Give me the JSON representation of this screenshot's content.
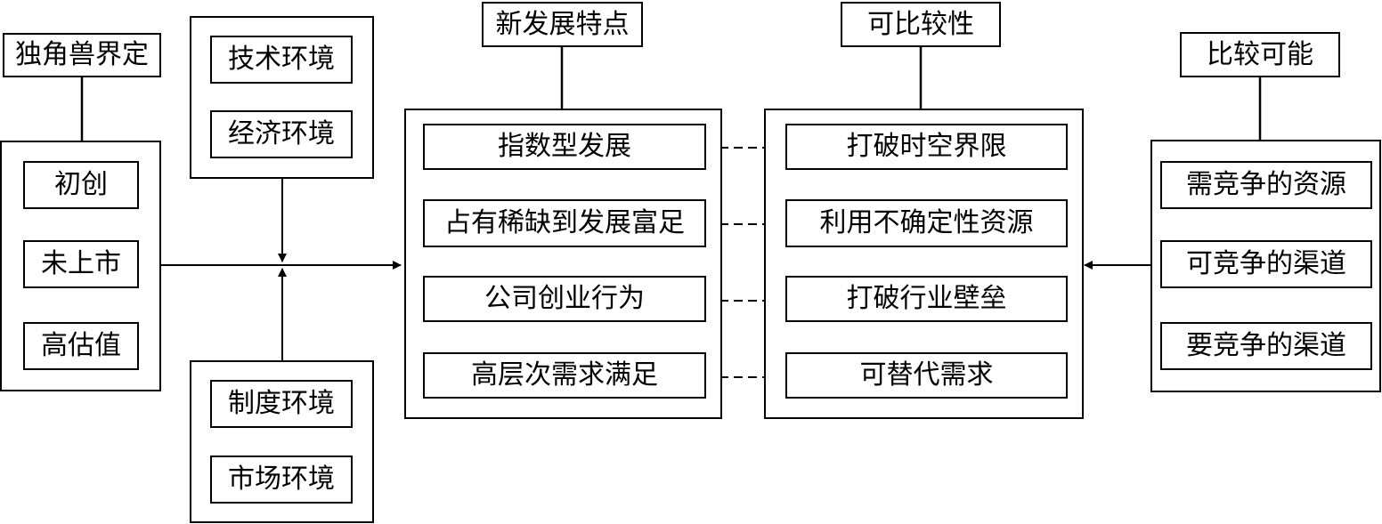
{
  "unicorn": {
    "title": "独角兽界定",
    "items": [
      "初创",
      "未上市",
      "高估值"
    ]
  },
  "environment_top": {
    "items": [
      "技术环境",
      "经济环境"
    ]
  },
  "environment_bottom": {
    "items": [
      "制度环境",
      "市场环境"
    ]
  },
  "new_features": {
    "title": "新发展特点",
    "items": [
      "指数型发展",
      "占有稀缺到发展富足",
      "公司创业行为",
      "高层次需求满足"
    ]
  },
  "comparability": {
    "title": "可比较性",
    "items": [
      "打破时空界限",
      "利用不确定性资源",
      "打破行业壁垒",
      "可替代需求"
    ]
  },
  "comparison_possibility": {
    "title": "比较可能",
    "items": [
      "需竞争的资源",
      "可竞争的渠道",
      "要竞争的渠道"
    ]
  }
}
